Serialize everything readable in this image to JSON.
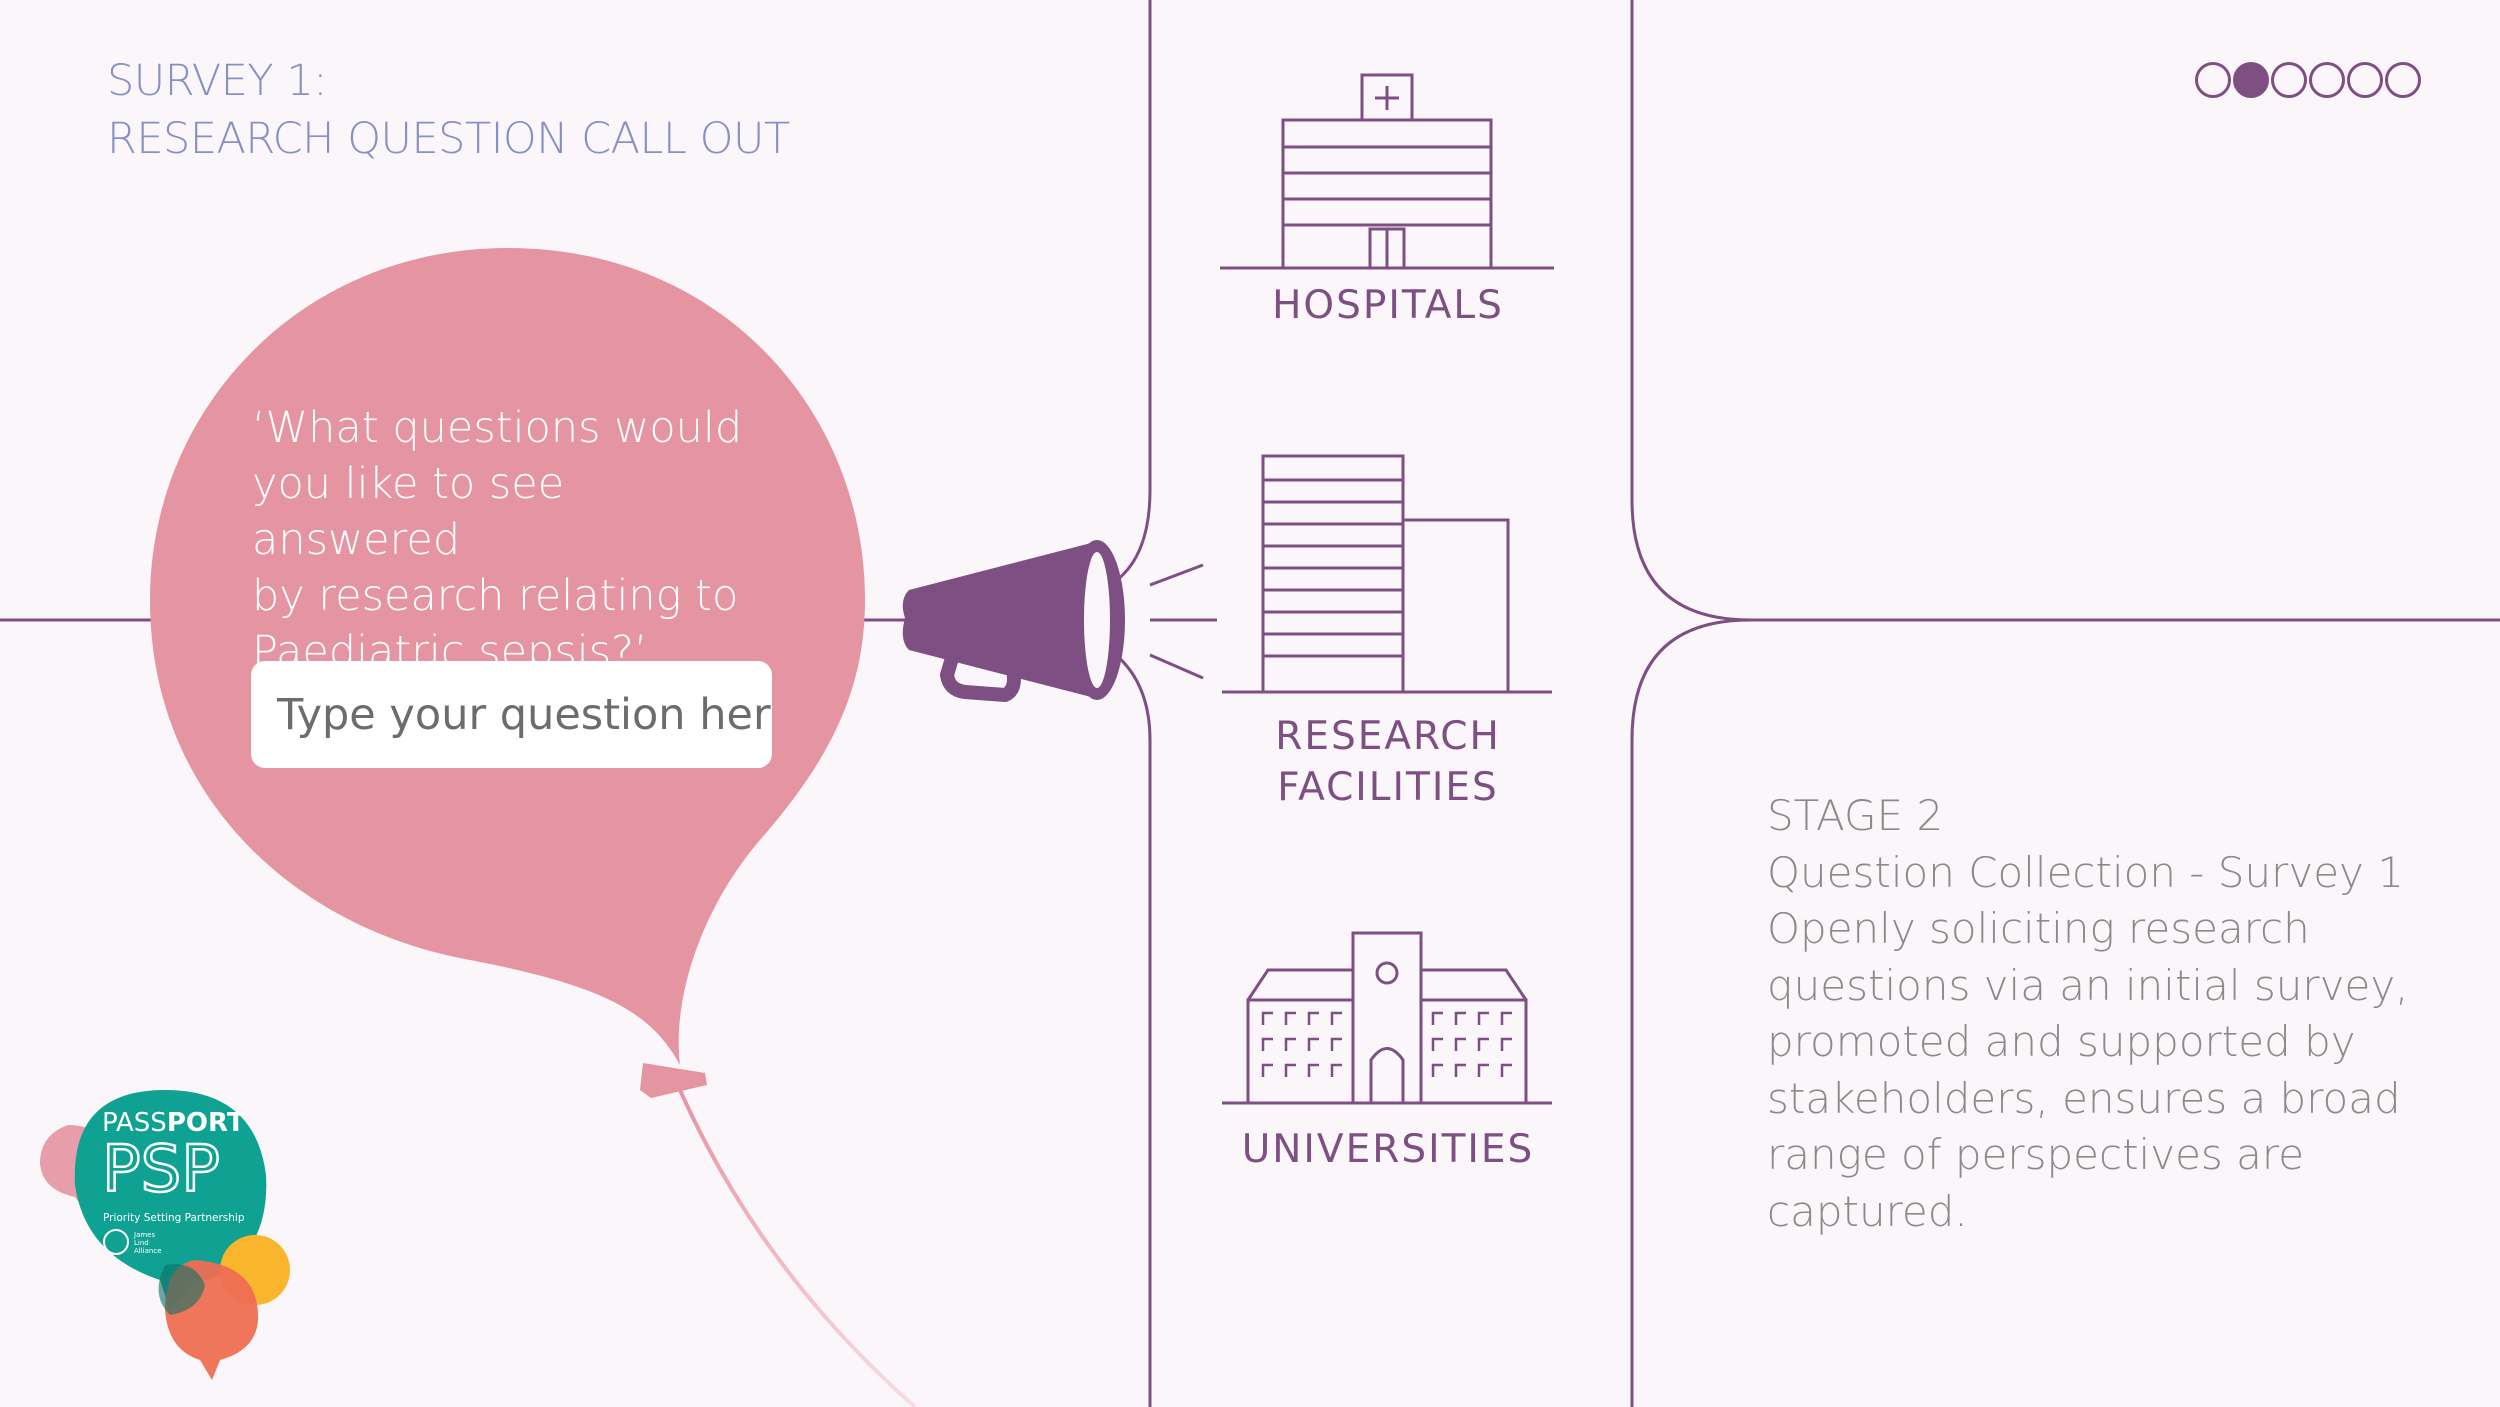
{
  "header": {
    "title_line1": "SURVEY 1:",
    "title_line2": "RESEARCH QUESTION CALL OUT"
  },
  "progress": {
    "total_steps": 6,
    "current_step": 2
  },
  "balloon": {
    "question_lines": [
      "‘What questions would",
      "you like to see answered",
      "by research relating to",
      "Paediatric sepsis?’"
    ],
    "input_placeholder": "Type your question here",
    "input_value": ""
  },
  "targets": {
    "hospitals": "HOSPITALS",
    "research_line1": "RESEARCH",
    "research_line2": "FACILITIES",
    "universities": "UNIVERSITIES"
  },
  "stage": {
    "lines": [
      "STAGE 2",
      "Question Collection - Survey 1",
      "Openly soliciting research",
      "questions via an initial survey,",
      "promoted and supported by",
      "stakeholders, ensures a broad",
      "range of perspectives are",
      "captured."
    ]
  },
  "logo": {
    "word1_light": "PASS",
    "word1_bold": "PORT",
    "word2": "PSP",
    "tagline": "Priority Setting Partnership",
    "partner_line1": "James",
    "partner_line2": "Lind",
    "partner_line3": "Alliance"
  },
  "colors": {
    "background": "#faf6f9",
    "accent_purple": "#7d4f83",
    "title_blue": "#8690c6",
    "balloon_pink": "#e594a2",
    "logo_teal": "#0fa293",
    "logo_orange": "#ee6e52",
    "logo_yellow": "#f9b52b",
    "stage_text": "#8a8a8a"
  },
  "icons": [
    "hospital-icon",
    "megaphone-icon",
    "research-building-icon",
    "university-icon",
    "progress-dot-icon"
  ]
}
